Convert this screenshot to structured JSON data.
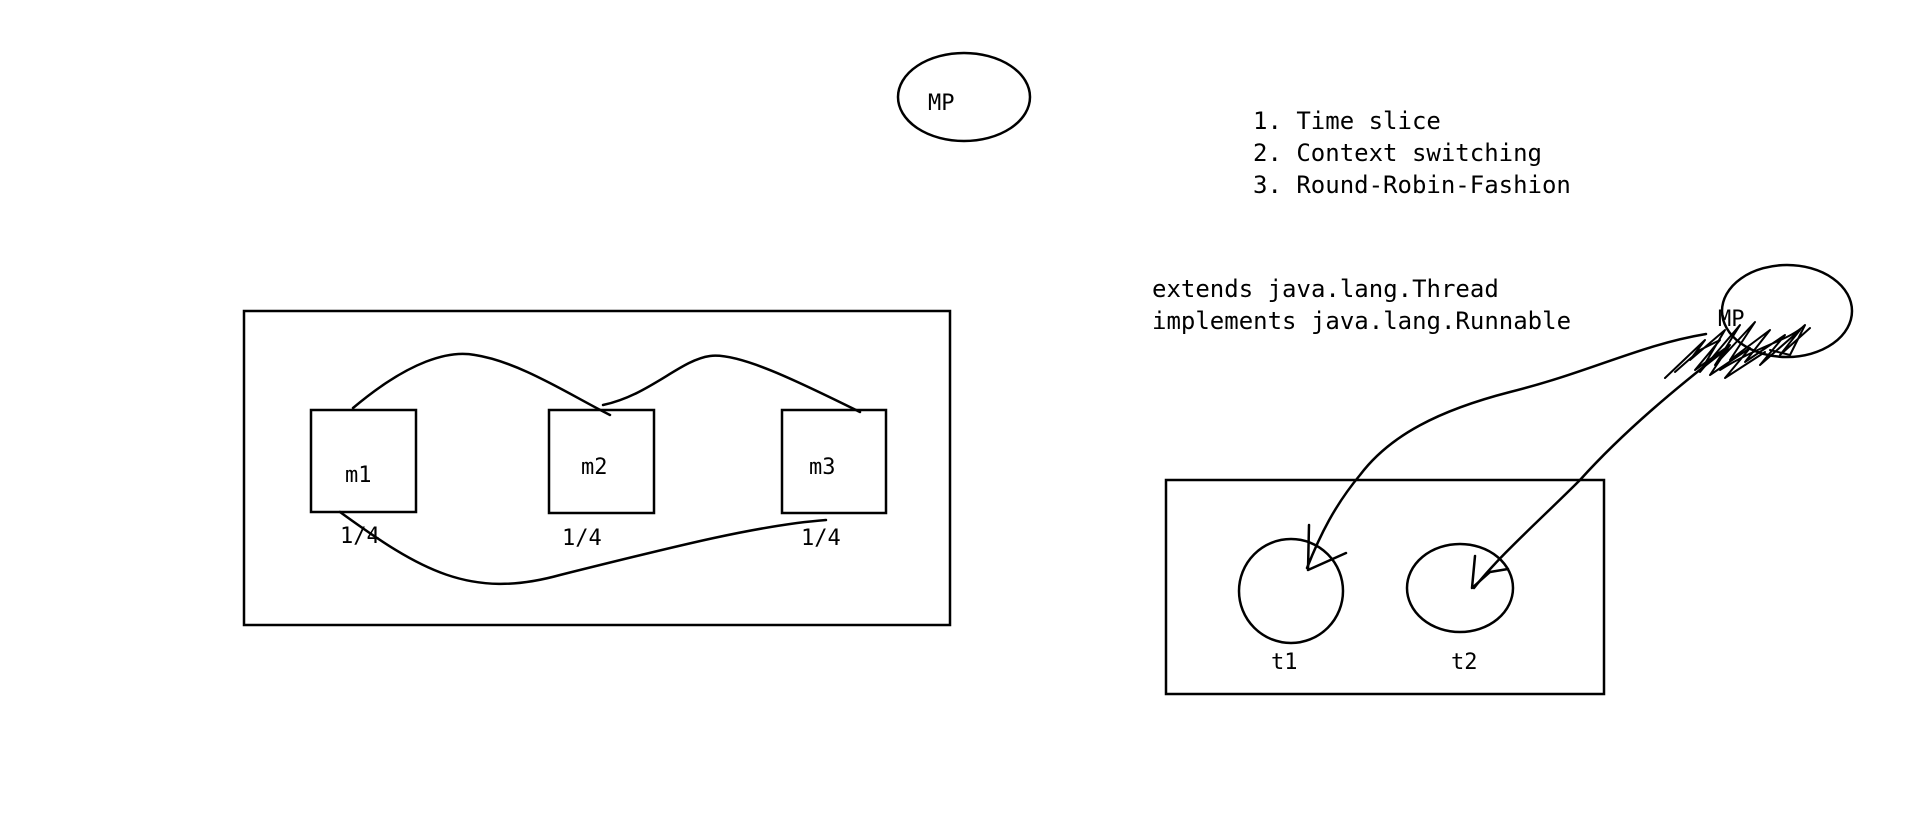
{
  "colors": {
    "background": "#ffffff",
    "ink": "#000000"
  },
  "top": {
    "mp_label": "MP"
  },
  "concepts": {
    "item1": "1. Time slice",
    "item2": "2. Context switching",
    "item3": "3. Round-Robin-Fashion"
  },
  "ways": {
    "line1": "extends java.lang.Thread",
    "line2": "implements java.lang.Runnable"
  },
  "program": {
    "methods": [
      {
        "label": "m1",
        "share": "1/4"
      },
      {
        "label": "m2",
        "share": "1/4"
      },
      {
        "label": "m3",
        "share": "1/4"
      }
    ]
  },
  "threads": {
    "mp_label": "MP",
    "items": [
      {
        "label": "t1"
      },
      {
        "label": "t2"
      }
    ]
  }
}
